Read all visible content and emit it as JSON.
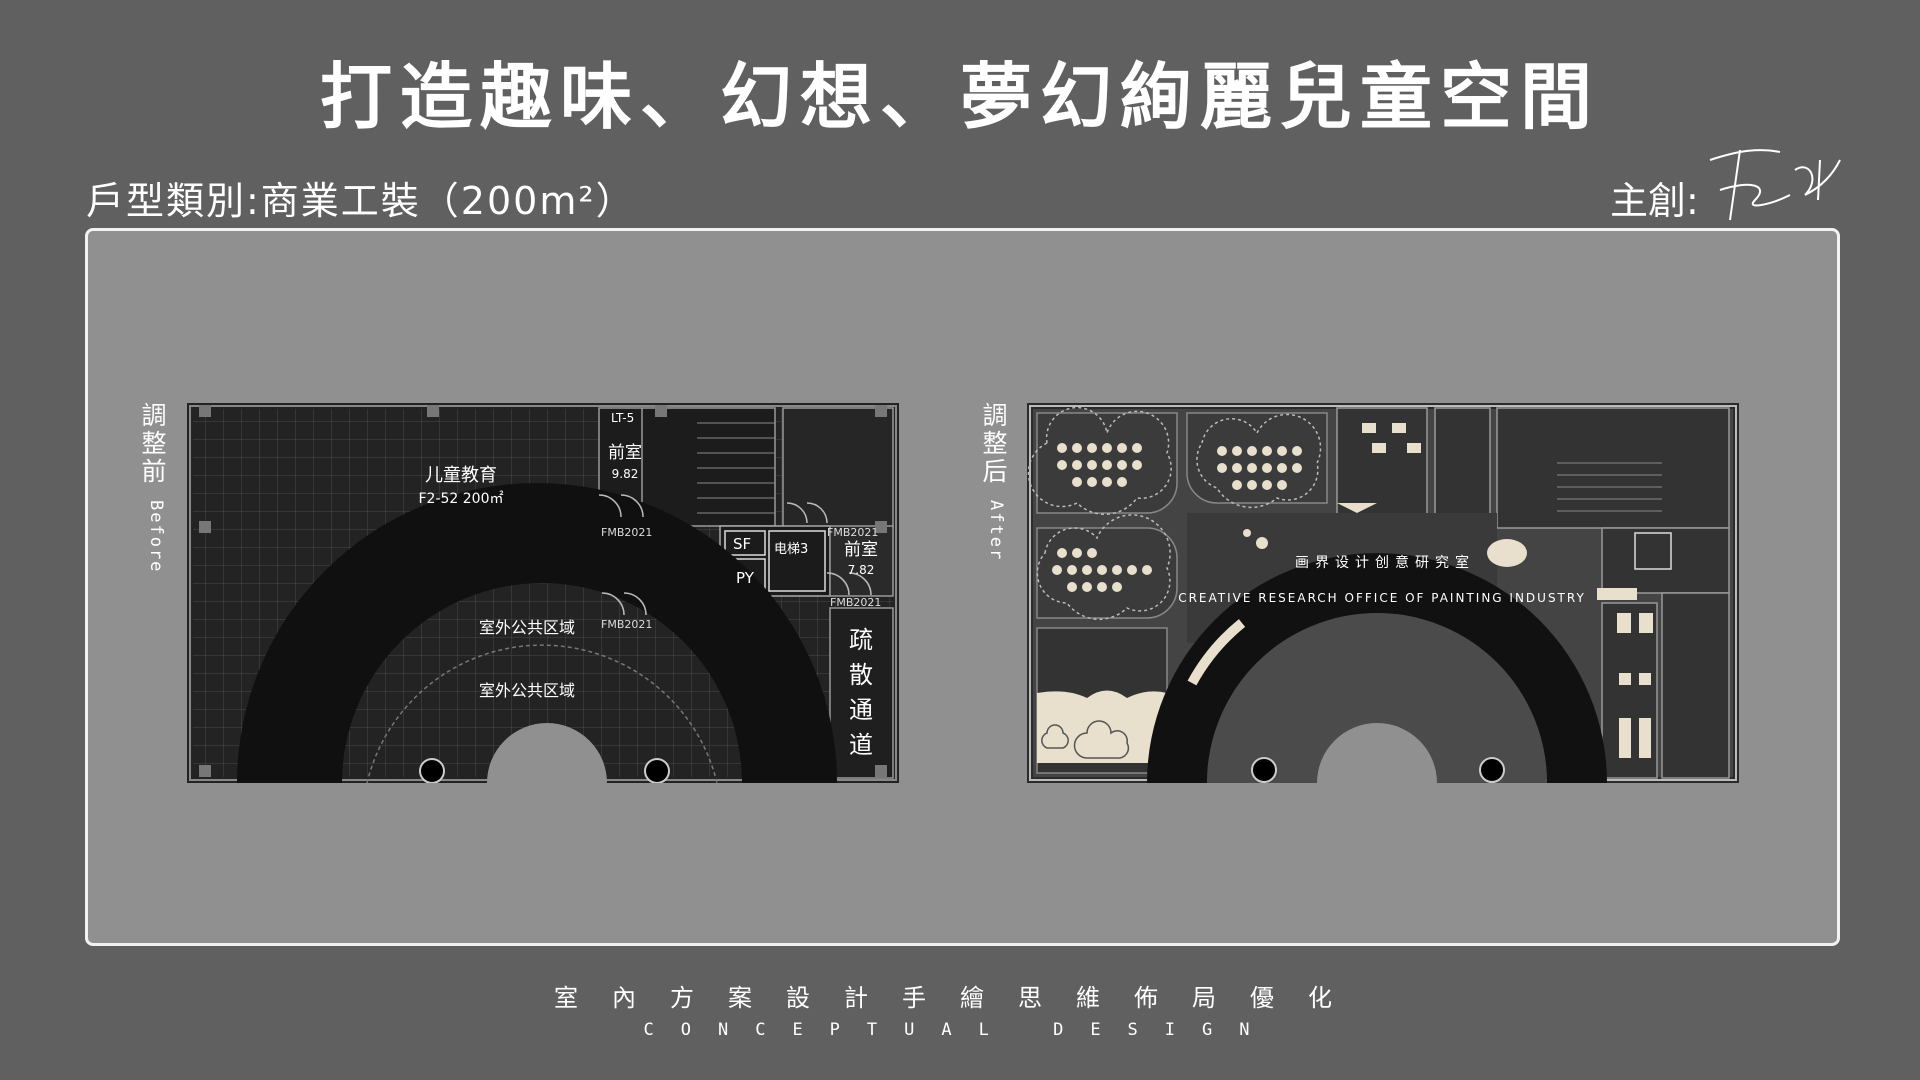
{
  "title": "打造趣味、幻想、夢幻絢麗兒童空間",
  "house_type": "戶型類別:商業工裝（200m²）",
  "designer_label": "主創:",
  "before": {
    "label_cn": "調整前",
    "label_en": "Before",
    "rooms": {
      "children_edu": "儿童教育",
      "children_edu_code": "F2-52 200㎡",
      "lt5": "LT-5",
      "anteroom_top": "前室",
      "anteroom_top_area": "9.82",
      "anteroom_right": "前室",
      "anteroom_right_area": "7.82",
      "sf": "SF",
      "py": "PY",
      "elevator": "电梯3",
      "fmb_1": "FMB2021",
      "fmb_2": "FMB2021",
      "fmb_3": "FMB2021",
      "fmb_4": "FMB2021",
      "outdoor_1": "室外公共区域",
      "outdoor_2": "室外公共区域",
      "evac_1": "疏",
      "evac_2": "散",
      "evac_3": "通",
      "evac_4": "道"
    }
  },
  "after": {
    "label_cn": "調整后",
    "label_en": "After",
    "studio_cn": "画界设计创意研究室",
    "studio_en": "CREATIVE RESEARCH OFFICE OF PAINTING INDUSTRY"
  },
  "footer_cn": "室內方案設計手繪思維佈局優化",
  "footer_en": "CONCEPTUAL DESIGN",
  "colors": {
    "background": "#606060",
    "panel": "#909090",
    "plan_dark": "#2a2a2a",
    "plan_floor": "#3d3d3d",
    "cream": "#e8e0cc"
  }
}
